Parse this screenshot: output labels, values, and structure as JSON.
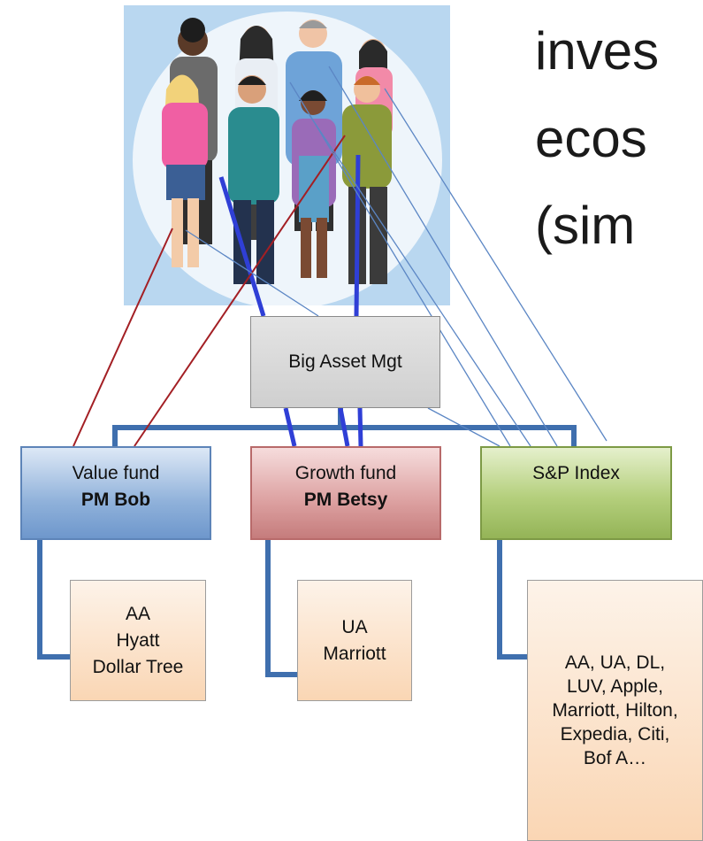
{
  "title_lines": [
    "inves",
    "ecos",
    "(sim"
  ],
  "illustration": {
    "name": "group-of-people-illustration",
    "background": "#b9d7f0",
    "halo": "#eef5fb"
  },
  "nodes": {
    "big_asset": {
      "label": "Big Asset Mgt"
    },
    "value_fund": {
      "label": "Value fund",
      "pm": "PM Bob"
    },
    "growth_fund": {
      "label": "Growth fund",
      "pm": "PM Betsy"
    },
    "index_fund": {
      "label": "S&P Index"
    }
  },
  "holdings": {
    "value": "AA\nHyatt\nDollar Tree",
    "growth": "UA\nMarriott",
    "index": "AA, UA, DL,\nLUV, Apple,\nMarriott, Hilton,\nExpedia, Citi,\nBof A…"
  },
  "colors": {
    "tree_connector": "#3f6fae",
    "big_asset_link": "#2f3fd6",
    "value_link": "#a31f24",
    "index_link": "#5b86c4"
  }
}
